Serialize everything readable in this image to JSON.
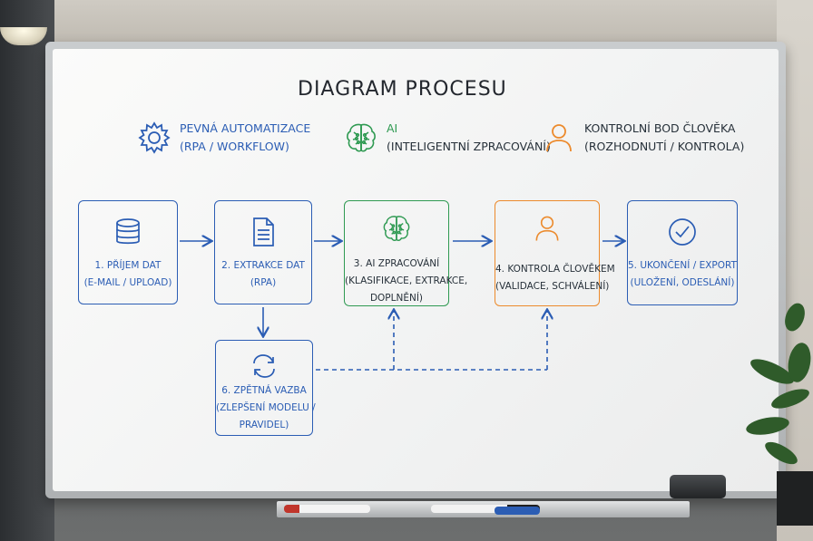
{
  "title": "DIAGRAM PROCESU",
  "legend": [
    {
      "icon": "gear-icon",
      "line1": "PEVNÁ AUTOMATIZACE",
      "line2": "(RPA / WORKFLOW)",
      "color": "#2b5db4"
    },
    {
      "icon": "brain-icon",
      "line1": "AI",
      "line2": "(INTELIGENTNÍ ZPRACOVÁNÍ)",
      "color": "#2f9a52"
    },
    {
      "icon": "person-icon",
      "line1": "KONTROLNÍ BOD ČLOVĚKA",
      "line2": "(ROZHODNUTÍ / KONTROLA)",
      "color": "#ec8a2c"
    }
  ],
  "steps": [
    {
      "icon": "database-icon",
      "label": "1. PŘÍJEM DAT",
      "detail": "(E-MAIL / UPLOAD)",
      "type": "automation"
    },
    {
      "icon": "document-icon",
      "label": "2. EXTRAKCE DAT",
      "detail": "(RPA)",
      "type": "automation"
    },
    {
      "icon": "brain-icon",
      "label": "3. AI ZPRACOVÁNÍ",
      "detail": "(KLASIFIKACE, EXTRAKCE,",
      "detail2": "DOPLNĚNÍ)",
      "type": "ai"
    },
    {
      "icon": "person-icon",
      "label": "4. KONTROLA ČLOVĚKEM",
      "detail": "(VALIDACE, SCHVÁLENÍ)",
      "type": "human"
    },
    {
      "icon": "check-circle-icon",
      "label": "5. UKONČENÍ / EXPORT",
      "detail": "(ULOŽENÍ, ODESLÁNÍ)",
      "type": "automation"
    },
    {
      "icon": "refresh-icon",
      "label": "6. ZPĚTNÁ VAZBA",
      "detail": "(ZLEPŠENÍ MODELU /",
      "detail2": "PRAVIDEL)",
      "type": "automation"
    }
  ],
  "colors": {
    "automation": "#2b5db4",
    "ai": "#2f9a52",
    "human": "#ec8a2c",
    "text": "#27313a"
  }
}
